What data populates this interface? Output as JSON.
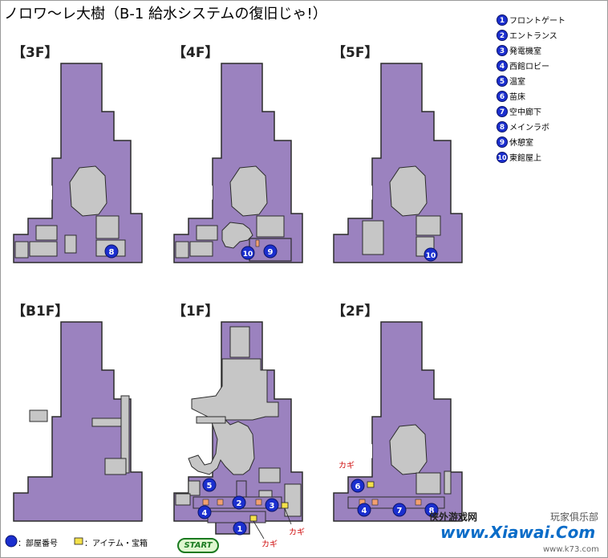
{
  "title": "ノロワ〜レ大樹（B-1 給水システムの復旧じゃ!）",
  "floors": {
    "f3": "【3F】",
    "f4": "【4F】",
    "f5": "【5F】",
    "b1": "【B1F】",
    "f1": "【1F】",
    "f2": "【2F】"
  },
  "legend": [
    {
      "num": "1",
      "label": "フロントゲート"
    },
    {
      "num": "2",
      "label": "エントランス"
    },
    {
      "num": "3",
      "label": "発電機室"
    },
    {
      "num": "4",
      "label": "西館ロビー"
    },
    {
      "num": "5",
      "label": "温室"
    },
    {
      "num": "6",
      "label": "苗床"
    },
    {
      "num": "7",
      "label": "空中廊下"
    },
    {
      "num": "8",
      "label": "メインラボ"
    },
    {
      "num": "9",
      "label": "休憩室"
    },
    {
      "num": "10",
      "label": "東館屋上"
    }
  ],
  "bottom_legend": {
    "room_number": "：部屋番号",
    "item_box": "：アイテム・宝箱"
  },
  "keys": {
    "label": "カギ"
  },
  "start": "START",
  "room_markers": {
    "f3": [
      "8"
    ],
    "f4": [
      "10",
      "9"
    ],
    "f5": [
      "10"
    ],
    "f1": [
      "5",
      "4",
      "2",
      "3",
      "1"
    ],
    "f2": [
      "6",
      "4",
      "7",
      "8"
    ]
  },
  "watermark": {
    "site_cn": "侠外游戏网",
    "site_url": "www.Xiawai.Com",
    "club": "玩家俱乐部",
    "k73": "www.k73.com"
  },
  "colors": {
    "floor": "#9b82bf",
    "floor_border": "#2c2c2c",
    "wall_block": "#c6c6c6",
    "room_marker": "#1b2fcf",
    "door": "#f2a070",
    "key_text": "#d01010"
  }
}
